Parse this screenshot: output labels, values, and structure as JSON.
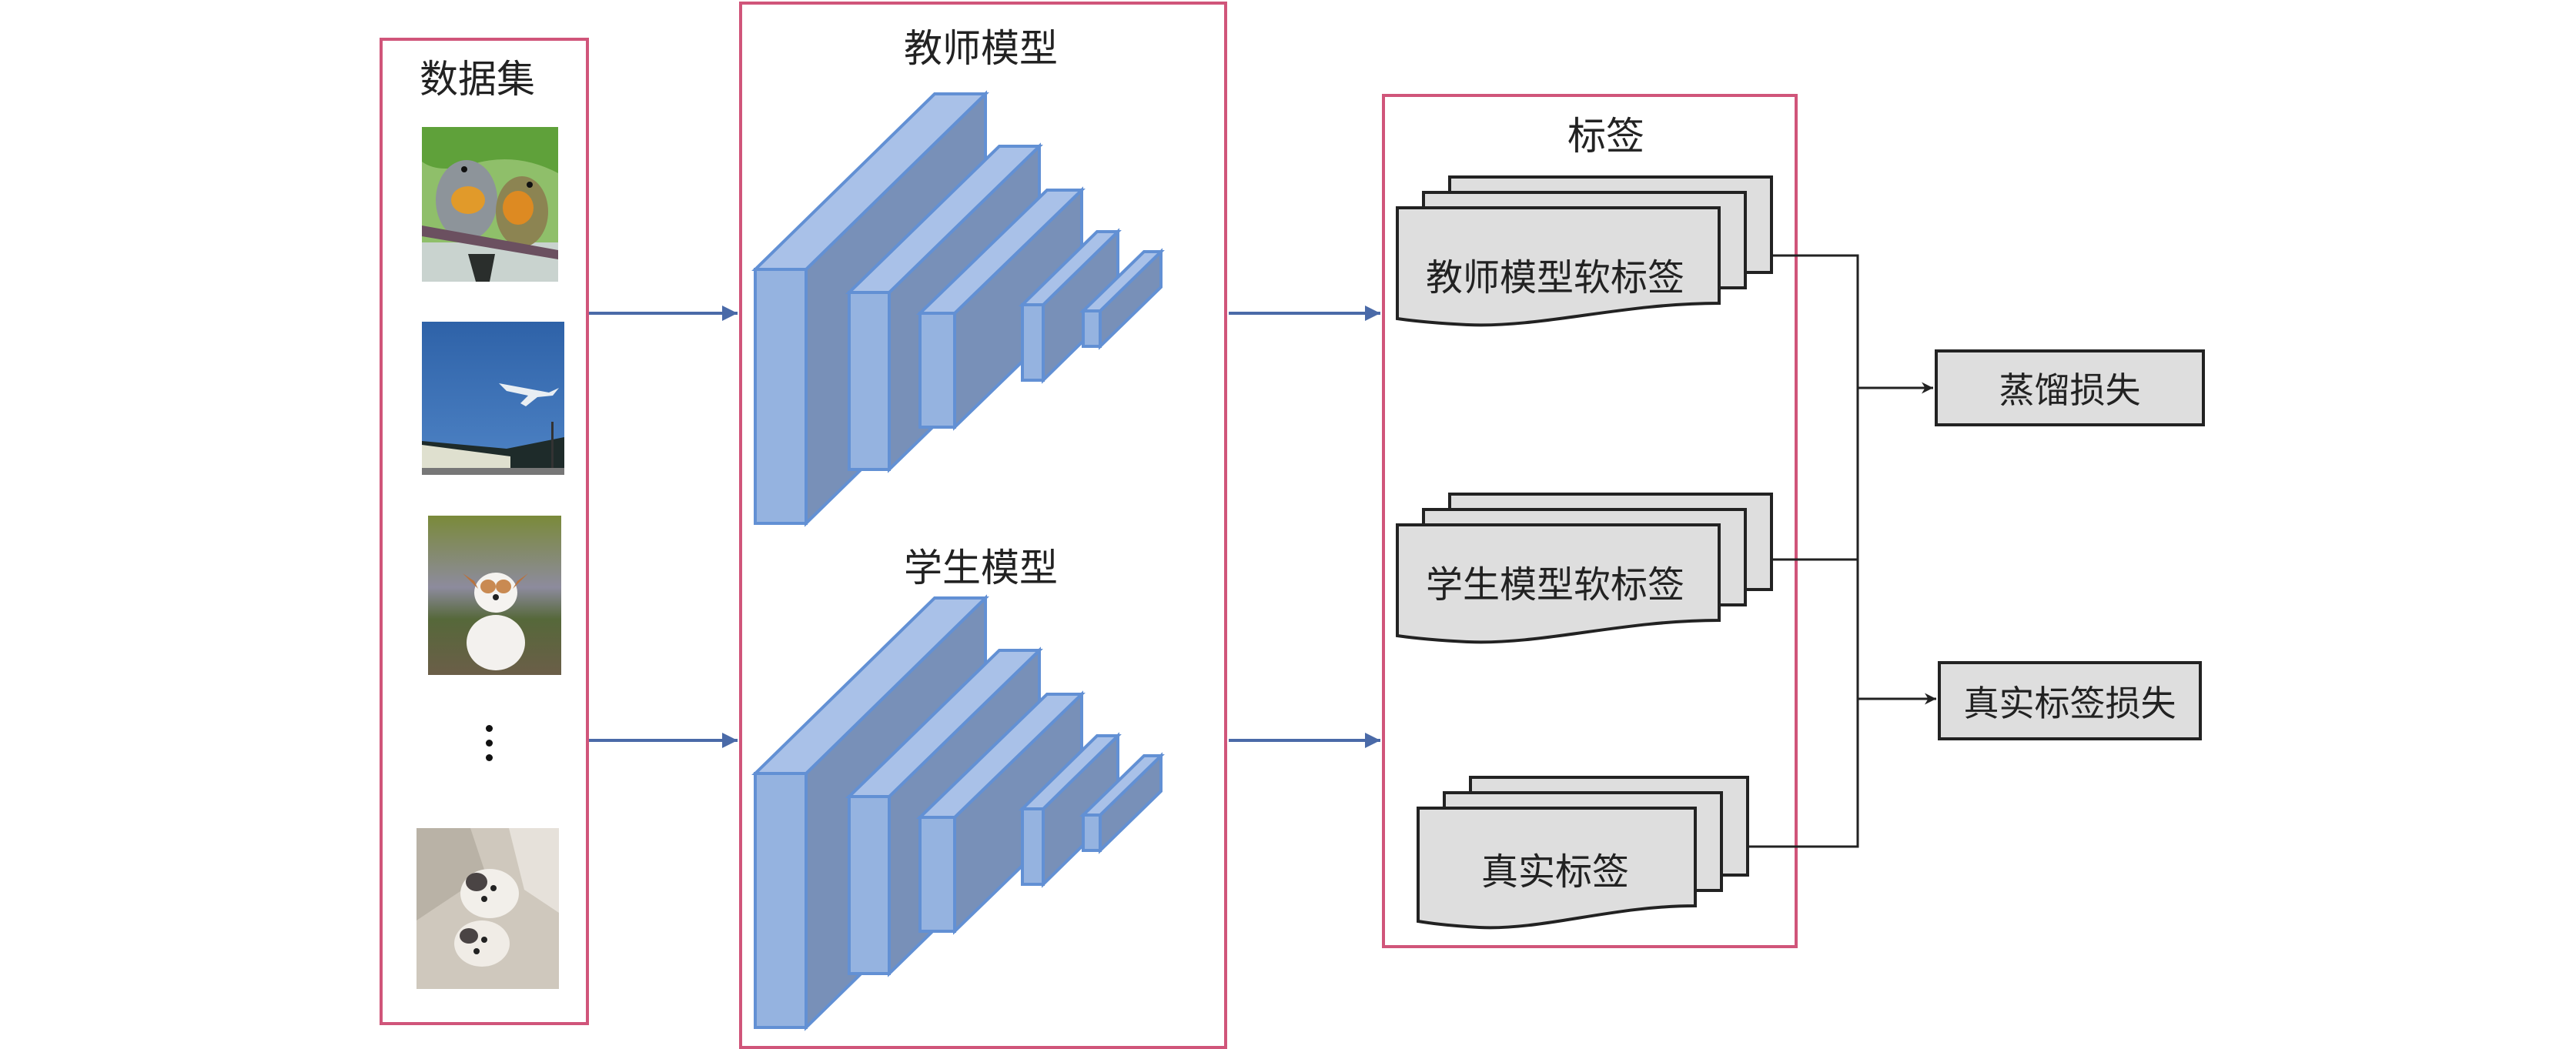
{
  "dataset": {
    "title": "数据集",
    "images": [
      {
        "subject": "two birds on a branch"
      },
      {
        "subject": "airplane in blue sky"
      },
      {
        "subject": "small dog sitting on grass"
      },
      {
        "subject": "two kittens in a box"
      }
    ],
    "ellipsis": "⋮"
  },
  "models": {
    "teacher": {
      "title": "教师模型",
      "layers": 5
    },
    "student": {
      "title": "学生模型",
      "layers": 5
    }
  },
  "labels": {
    "title": "标签",
    "teacher_soft": "教师模型软标签",
    "student_soft": "学生模型软标签",
    "ground_truth": "真实标签"
  },
  "losses": {
    "distillation": "蒸馏损失",
    "true_label": "真实标签损失"
  },
  "colors": {
    "frame": "#d0557a",
    "layer_front": "#95b3e0",
    "layer_top": "#a9c1e8",
    "layer_side": "#7890b8",
    "layer_stroke": "#6290d4",
    "flow_arrow": "#4a6aa8",
    "doc_fill": "#dedede",
    "doc_stroke": "#222222"
  }
}
